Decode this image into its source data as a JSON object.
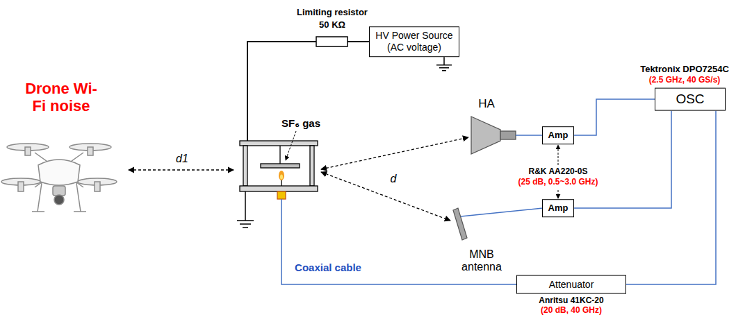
{
  "diagram": {
    "nodes": [
      {
        "text": [
          "HV Power Source (AC voltage)"
        ]
      },
      {
        "text": [
          "OSC"
        ]
      },
      {
        "text": [
          "Amp"
        ]
      },
      {
        "text": [
          "Amp"
        ]
      },
      {
        "text": [
          "Attenuator"
        ]
      }
    ],
    "edges": [
      {
        "from": 2,
        "to": 1,
        "arrow": "none"
      },
      {
        "from": 3,
        "to": 1,
        "arrow": "none"
      },
      {
        "from": 4,
        "to": 1,
        "arrow": "none"
      }
    ],
    "labels": [
      "Drone Wi-Fi noise",
      "d1",
      "Limiting resistor",
      "50 KΩ",
      "SF₆ gas",
      "HA",
      "d",
      "MNB antenna",
      "R&K AA220-0S",
      "(25 dB, 0.5~3.0 GHz)",
      "Tektronix DPO7254C",
      "(2.5 GHz, 40 GS/s)",
      "Coaxial cable",
      "Anritsu 41KC-20",
      "(20 dB, 40 GHz)"
    ]
  }
}
